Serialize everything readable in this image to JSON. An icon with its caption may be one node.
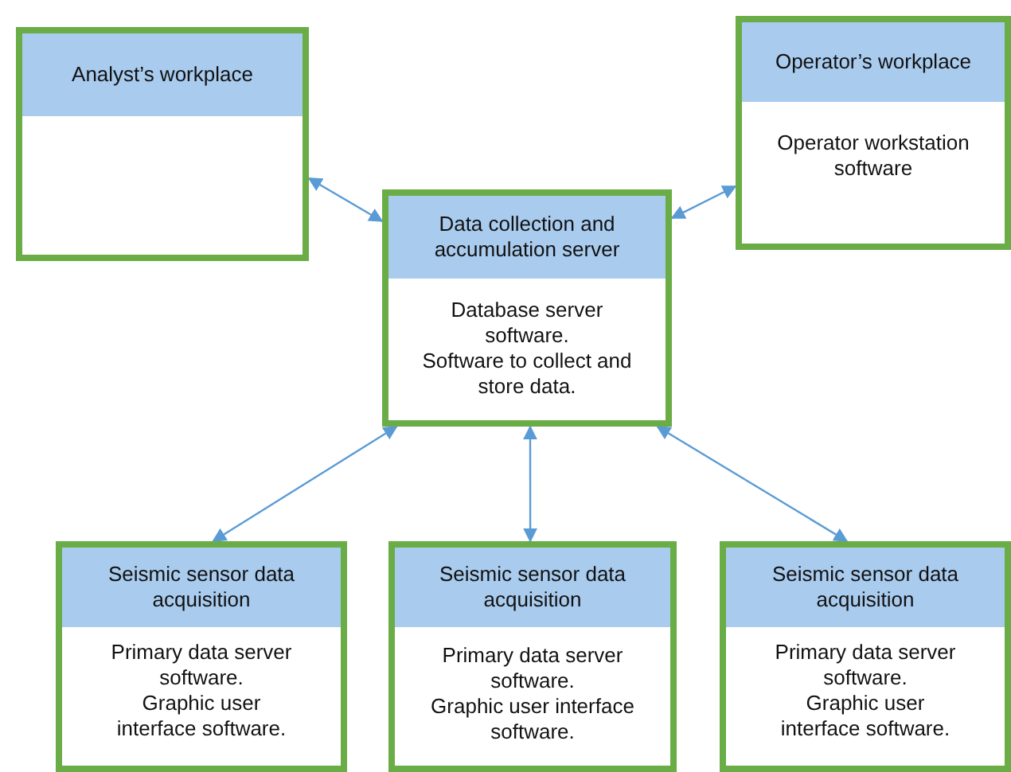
{
  "diagram": {
    "nodes": [
      {
        "text": [
          "Analyst’s workplace"
        ]
      },
      {
        "text": [
          "Operator’s workplace",
          "Operator workstation software"
        ]
      },
      {
        "text": [
          "Data collection and accumulation server",
          "Database server software.",
          "Software to collect and store data."
        ]
      },
      {
        "text": [
          "Seismic sensor data acquisition",
          "Primary data server software.",
          "Graphic user interface software."
        ]
      },
      {
        "text": [
          "Seismic sensor data acquisition",
          "Primary data server software.",
          "Graphic user interface software."
        ]
      },
      {
        "text": [
          "Seismic sensor data acquisition",
          "Primary data server software.",
          "Graphic user interface software."
        ]
      }
    ],
    "edges": [
      {
        "from": 0,
        "to": 2,
        "arrow": "both"
      },
      {
        "from": 2,
        "to": 1,
        "arrow": "both"
      },
      {
        "from": 2,
        "to": 3,
        "arrow": "both"
      },
      {
        "from": 2,
        "to": 4,
        "arrow": "both"
      },
      {
        "from": 2,
        "to": 5,
        "arrow": "both"
      }
    ]
  }
}
